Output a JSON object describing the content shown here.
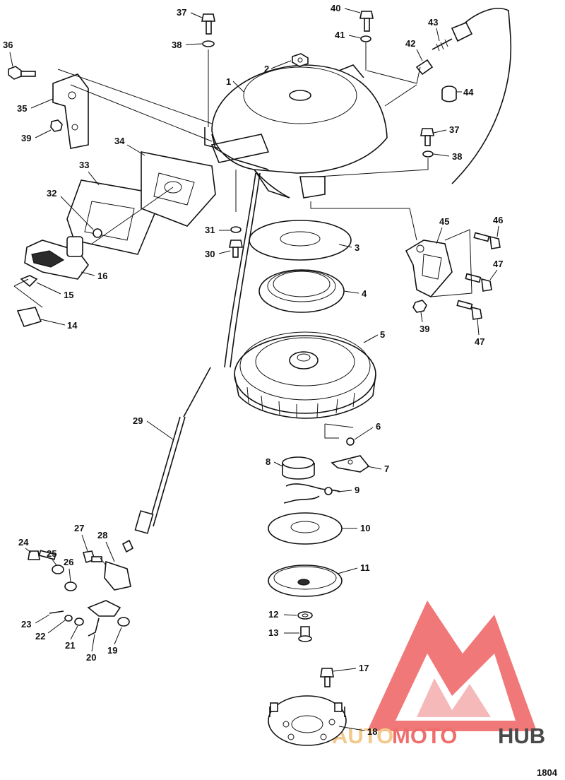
{
  "figure_number": "1804",
  "watermark": {
    "text_left": "AUTO",
    "text_mid": "MOTO",
    "text_right": "HUB",
    "color_primary": "#f06d6d",
    "color_accent": "#f5b1b1",
    "color_dark": "#4a4a4a",
    "color_gold": "#f2c98a"
  },
  "callouts": [
    {
      "id": "1",
      "label": "1"
    },
    {
      "id": "2",
      "label": "2"
    },
    {
      "id": "3",
      "label": "3"
    },
    {
      "id": "4",
      "label": "4"
    },
    {
      "id": "5",
      "label": "5"
    },
    {
      "id": "6",
      "label": "6"
    },
    {
      "id": "7",
      "label": "7"
    },
    {
      "id": "8",
      "label": "8"
    },
    {
      "id": "9",
      "label": "9"
    },
    {
      "id": "10",
      "label": "10"
    },
    {
      "id": "11",
      "label": "11"
    },
    {
      "id": "12",
      "label": "12"
    },
    {
      "id": "13",
      "label": "13"
    },
    {
      "id": "14",
      "label": "14"
    },
    {
      "id": "15",
      "label": "15"
    },
    {
      "id": "16",
      "label": "16"
    },
    {
      "id": "17",
      "label": "17"
    },
    {
      "id": "18",
      "label": "18"
    },
    {
      "id": "19",
      "label": "19"
    },
    {
      "id": "20",
      "label": "20"
    },
    {
      "id": "21",
      "label": "21"
    },
    {
      "id": "22",
      "label": "22"
    },
    {
      "id": "23",
      "label": "23"
    },
    {
      "id": "24",
      "label": "24"
    },
    {
      "id": "25",
      "label": "25"
    },
    {
      "id": "26",
      "label": "26"
    },
    {
      "id": "27",
      "label": "27"
    },
    {
      "id": "28",
      "label": "28"
    },
    {
      "id": "29",
      "label": "29"
    },
    {
      "id": "30",
      "label": "30"
    },
    {
      "id": "31",
      "label": "31"
    },
    {
      "id": "32",
      "label": "32"
    },
    {
      "id": "33",
      "label": "33"
    },
    {
      "id": "34",
      "label": "34"
    },
    {
      "id": "35",
      "label": "35"
    },
    {
      "id": "36",
      "label": "36"
    },
    {
      "id": "37a",
      "label": "37"
    },
    {
      "id": "38a",
      "label": "38"
    },
    {
      "id": "37b",
      "label": "37"
    },
    {
      "id": "38b",
      "label": "38"
    },
    {
      "id": "39a",
      "label": "39"
    },
    {
      "id": "39b",
      "label": "39"
    },
    {
      "id": "40",
      "label": "40"
    },
    {
      "id": "41",
      "label": "41"
    },
    {
      "id": "42",
      "label": "42"
    },
    {
      "id": "43",
      "label": "43"
    },
    {
      "id": "44",
      "label": "44"
    },
    {
      "id": "45",
      "label": "45"
    },
    {
      "id": "46",
      "label": "46"
    },
    {
      "id": "47a",
      "label": "47"
    },
    {
      "id": "47b",
      "label": "47"
    }
  ]
}
